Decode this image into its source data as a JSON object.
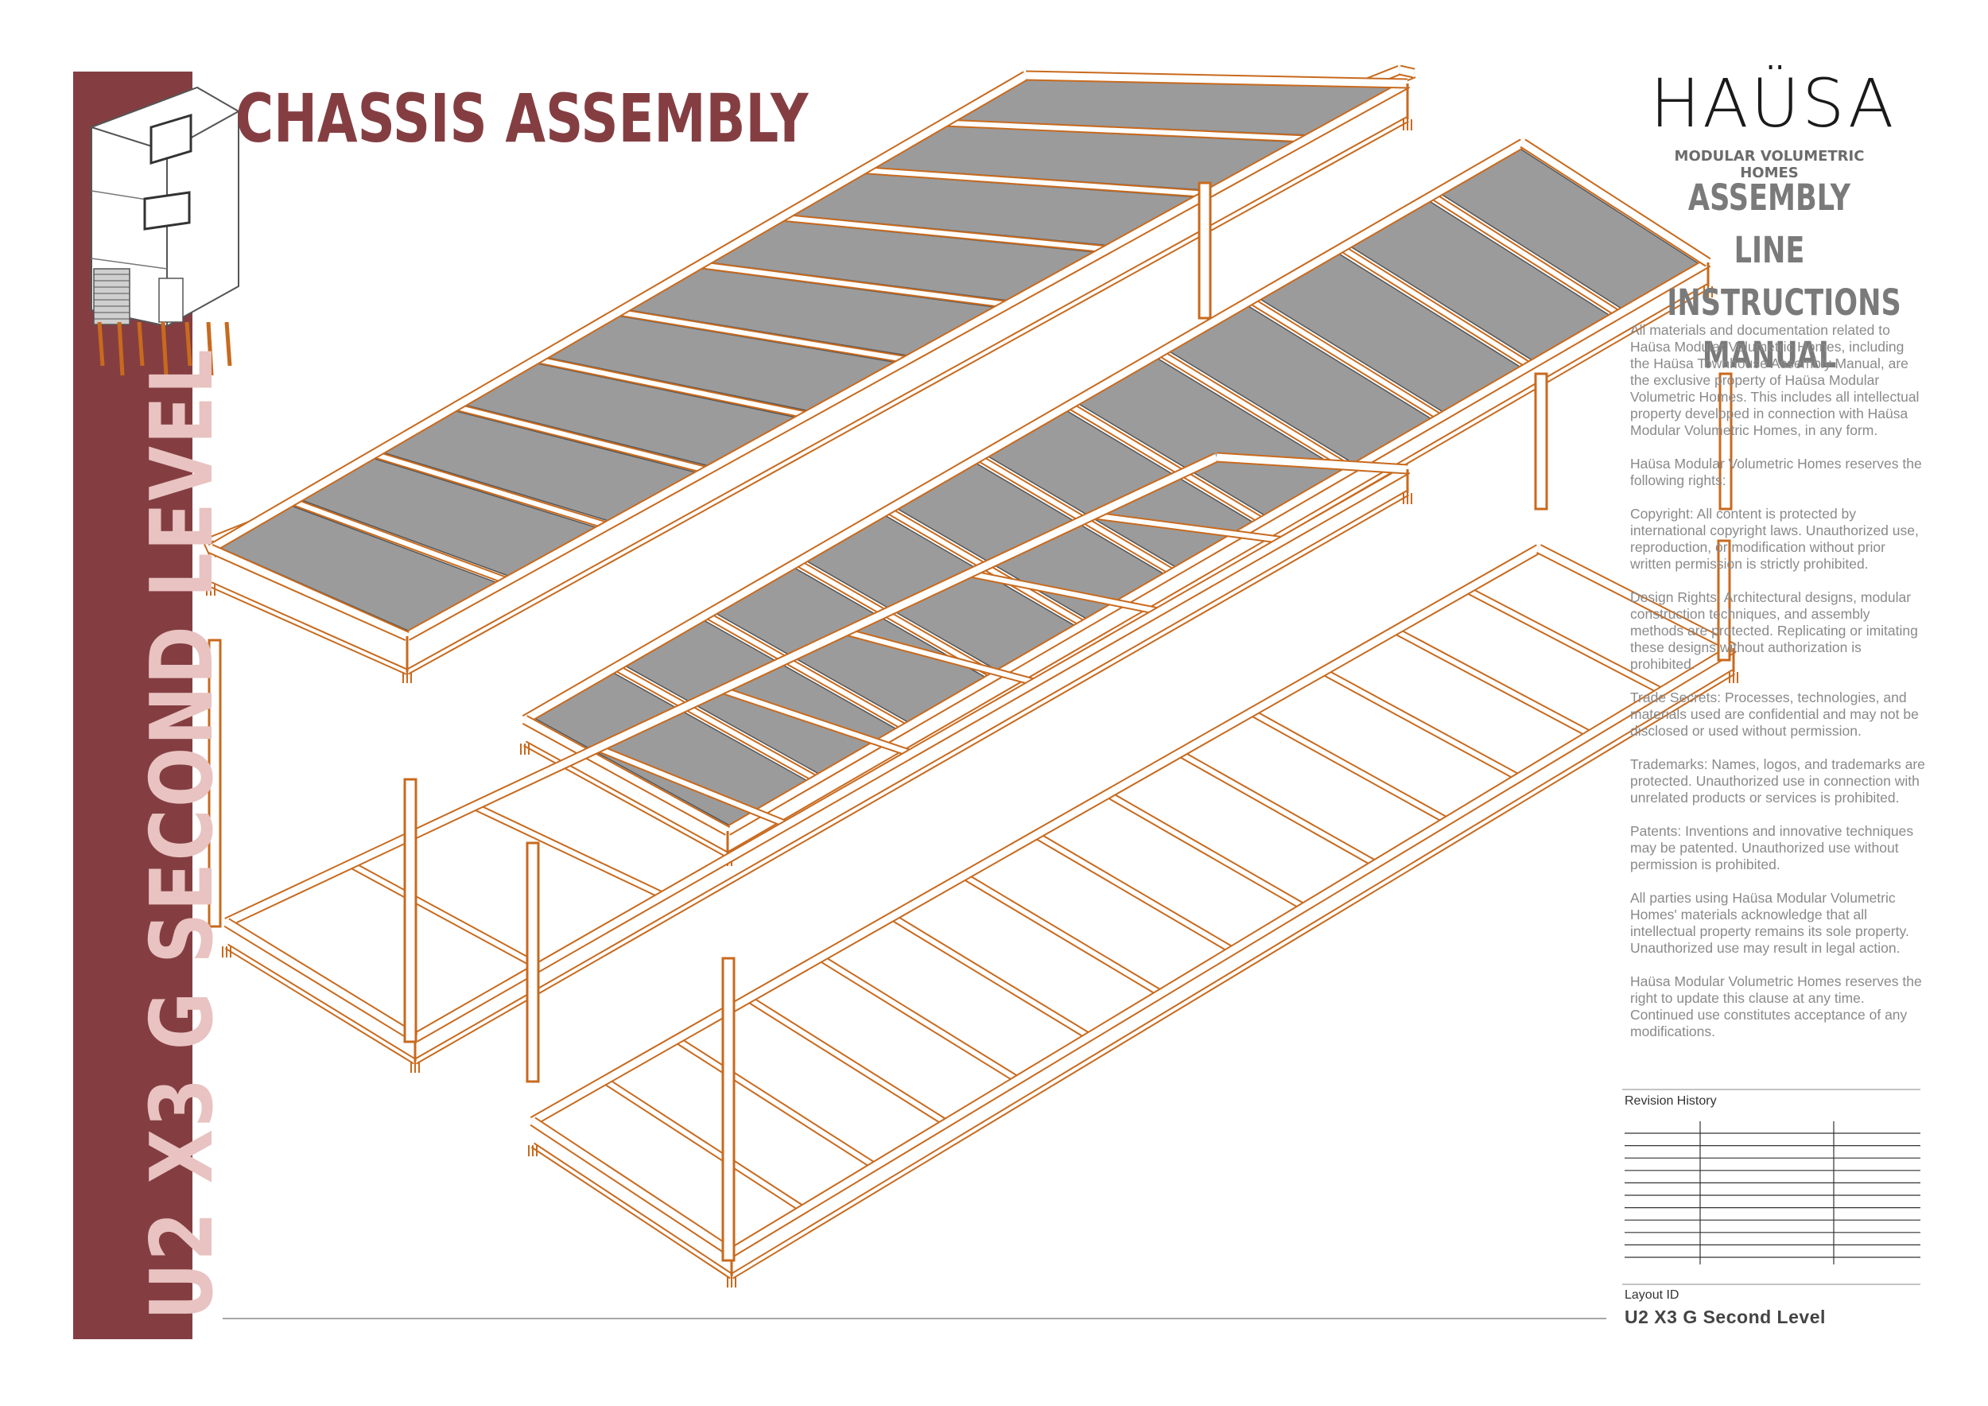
{
  "sidebar": {
    "title": "U2 X3 G SECOND LEVEL"
  },
  "page": {
    "title": "CHASSIS ASSEMBLY"
  },
  "brand": {
    "logo_text": "HAÜSA",
    "tagline": "MODULAR VOLUMETRIC HOMES",
    "manual_title": [
      "ASSEMBLY LINE",
      "INSTRUCTIONS",
      "MANUAL"
    ]
  },
  "legal": [
    "All materials and documentation related to Haüsa Modular Volumetric Homes, including the Haüsa Townhouse Assembly Manual, are the exclusive property of Haüsa Modular Volumetric Homes. This includes all intellectual property developed in connection with Haüsa Modular Volumetric Homes, in any form.",
    "Haüsa Modular Volumetric Homes reserves the following rights:",
    "Copyright: All content is protected by international copyright laws. Unauthorized use, reproduction, or modification without prior written permission is strictly prohibited.",
    "Design Rights: Architectural designs, modular construction techniques, and assembly methods are protected. Replicating or imitating these designs without authorization is prohibited.",
    "Trade Secrets: Processes, technologies, and materials used are confidential and may not be disclosed or used without permission.",
    "Trademarks: Names, logos, and trademarks are protected. Unauthorized use in connection with unrelated products or services is prohibited.",
    "Patents: Inventions and innovative techniques may be patented. Unauthorized use without permission is prohibited.",
    "All parties using Haüsa Modular Volumetric Homes' materials acknowledge that all intellectual property remains its sole property. Unauthorized use may result in legal action.",
    "Haüsa Modular Volumetric Homes reserves the right to update this clause at any time. Continued use constitutes acceptance of any modifications."
  ],
  "revision": {
    "label": "Revision History"
  },
  "layout": {
    "label": "Layout ID",
    "value": "U2 X3 G Second Level"
  },
  "colors": {
    "accent": "#843e42",
    "frame": "#c86a1e",
    "panel": "#9b9b9b"
  }
}
